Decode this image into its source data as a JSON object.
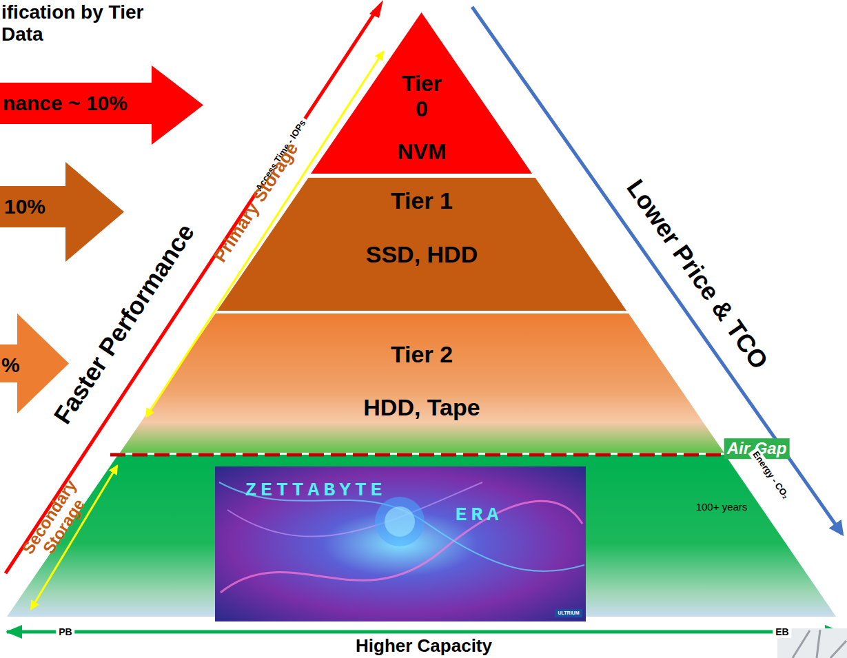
{
  "diagram": {
    "title": "ification by Tier Data",
    "nodes": [
      {
        "text": [
          "nance ~ 10%"
        ]
      },
      {
        "text": [
          "10%"
        ]
      },
      {
        "text": [
          "%"
        ]
      },
      {
        "text": [
          "Tier 0",
          "NVM"
        ]
      },
      {
        "text": [
          "Tier 1",
          "SSD, HDD"
        ]
      },
      {
        "text": [
          "Tier 2",
          "HDD, Tape"
        ]
      },
      {
        "text": [
          "100+ years"
        ]
      }
    ],
    "labels": [
      "ZETTABYTE",
      "ERA",
      "ULTRIUM",
      "Access Time - IOPs",
      "Faster Performance",
      "Primary Storage",
      "Lower Price & TCO",
      "Air Gap",
      "Energy - CO₂",
      "Secondary Storage",
      "PB",
      "EB",
      "Higher Capacity"
    ]
  }
}
